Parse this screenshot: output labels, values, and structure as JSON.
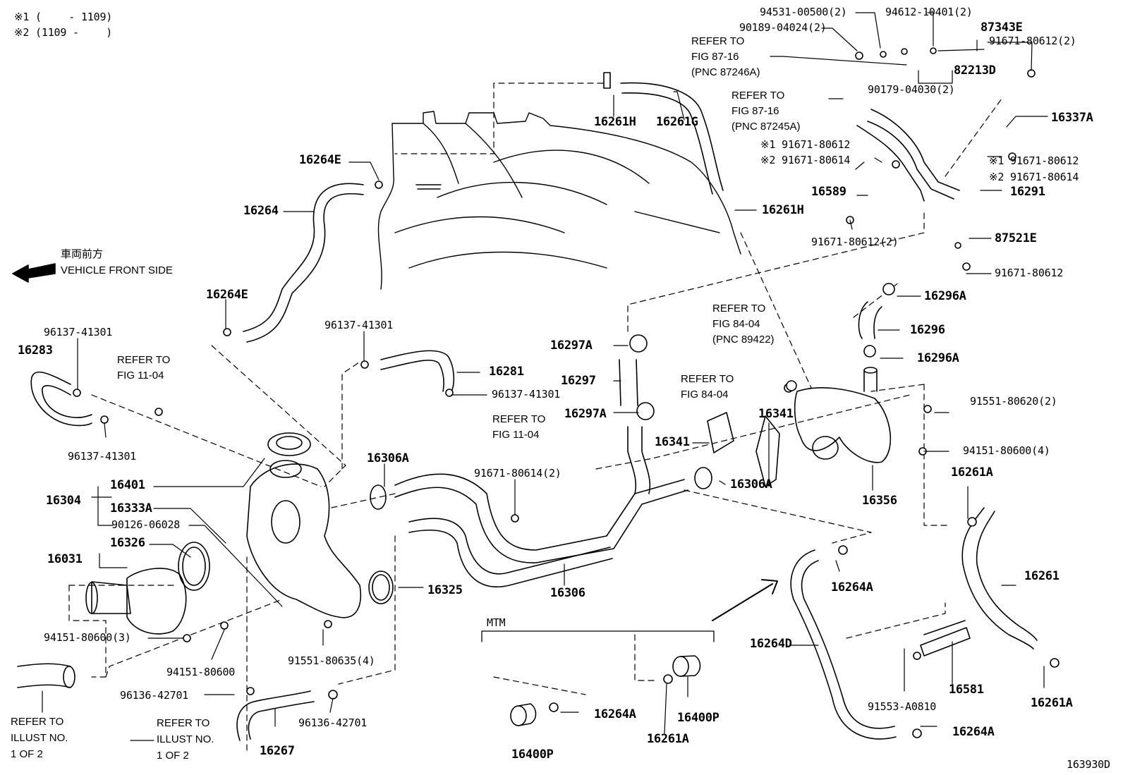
{
  "notes": {
    "note1": "※1 (　　 - 1109)",
    "note2": "※2 (1109 - 　　)"
  },
  "front": {
    "jp": "車両前方",
    "en": "VEHICLE FRONT SIDE"
  },
  "diagram_code": "163930D",
  "mtm_label": "MTM",
  "parts": {
    "p94531": "94531-00500(2)",
    "p94612": "94612-10401(2)",
    "p87343E": "87343E",
    "p90189": "90189-04024(2)",
    "p91671_top_r": "91671-80612(2)",
    "p82213D": "82213D",
    "p90179": "90179-04030(2)",
    "p16337A": "16337A",
    "p16261H_top": "16261H",
    "p16261G": "16261G",
    "p16264E_top": "16264E",
    "p16264": "16264",
    "p16261H_mid": "16261H",
    "p91671_a1": "※1 91671-80612",
    "p91671_a2": "※2 91671-80614",
    "p91671_b1": "※1 91671-80612",
    "p91671_b2": "※2 91671-80614",
    "p16589": "16589",
    "p16291": "16291",
    "p91671_mid": "91671-80612(2)",
    "p87521E": "87521E",
    "p91671_low": "91671-80612",
    "p16296A_top": "16296A",
    "p16296": "16296",
    "p16296A_bot": "16296A",
    "p16264E_low": "16264E",
    "p96137_a": "96137-41301",
    "p16283": "16283",
    "p96137_b": "96137-41301",
    "p16281": "16281",
    "p96137_c": "96137-41301",
    "p16297A_top": "16297A",
    "p16297": "16297",
    "p16297A_bot": "16297A",
    "p96137_d": "96137-41301",
    "p16341_a": "16341",
    "p16341_b": "16341",
    "p91551_620": "91551-80620(2)",
    "p94151_600_4": "94151-80600(4)",
    "p16306A_top": "16306A",
    "p91671_614_2": "91671-80614(2)",
    "p16306A_bot": "16306A",
    "p16356": "16356",
    "p16261A_r": "16261A",
    "p16401": "16401",
    "p16304": "16304",
    "p16333A": "16333A",
    "p90126": "90126-06028",
    "p16031": "16031",
    "p16326": "16326",
    "p16325": "16325",
    "p16306": "16306",
    "p16264A_top": "16264A",
    "p16261": "16261",
    "p94151_600_3": "94151-80600(3)",
    "p94151_600": "94151-80600",
    "p91551_635": "91551-80635(4)",
    "p16264D": "16264D",
    "p16581": "16581",
    "p91553": "91553-A0810",
    "p16261A_br": "16261A",
    "p96136_a": "96136-42701",
    "p96136_b": "96136-42701",
    "p16267": "16267",
    "p16264A_mtm": "16264A",
    "p16400P_r": "16400P",
    "p16261A_mtm": "16261A",
    "p16400P_l": "16400P",
    "p16264A_bot": "16264A"
  },
  "refs": {
    "r87_16_a": [
      "REFER TO",
      "FIG 87-16",
      "(PNC 87246A)"
    ],
    "r87_16_b": [
      "REFER TO",
      "FIG 87-16",
      "(PNC 87245A)"
    ],
    "r11_04_a": [
      "REFER TO",
      "FIG 11-04"
    ],
    "r11_04_b": [
      "REFER TO",
      "FIG 11-04"
    ],
    "r84_04_a": [
      "REFER TO",
      "FIG 84-04",
      "(PNC 89422)"
    ],
    "r84_04_b": [
      "REFER TO",
      "FIG 84-04"
    ],
    "illust_a": [
      "REFER TO",
      "ILLUST NO.",
      "1 OF 2"
    ],
    "illust_b": [
      "REFER TO",
      "ILLUST NO.",
      "1 OF 2"
    ]
  }
}
